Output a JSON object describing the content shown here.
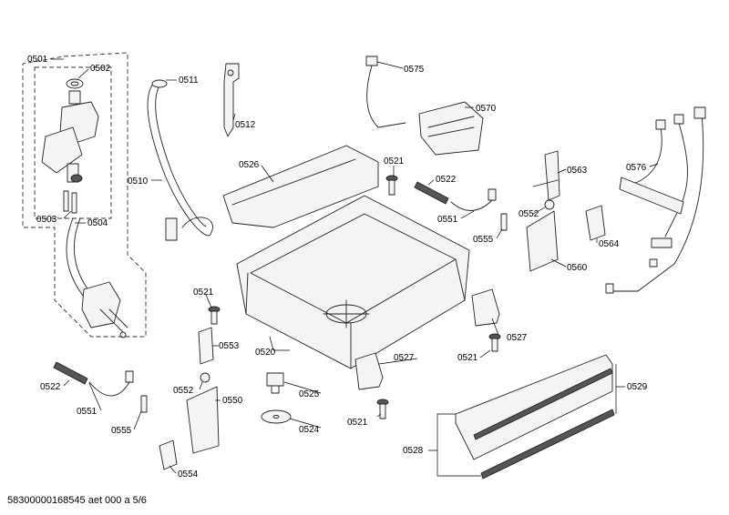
{
  "labels": {
    "l0501": "0501",
    "l0502": "0502",
    "l0503": "0503",
    "l0504": "0504",
    "l0510": "0510",
    "l0511": "0511",
    "l0512": "0512",
    "l0520": "0520",
    "l0521a": "0521",
    "l0521b": "0521",
    "l0521c": "0521",
    "l0521d": "0521",
    "l0522a": "0522",
    "l0522b": "0522",
    "l0524": "0524",
    "l0525": "0525",
    "l0526": "0526",
    "l0527a": "0527",
    "l0527b": "0527",
    "l0528": "0528",
    "l0529": "0529",
    "l0550": "0550",
    "l0551a": "0551",
    "l0551b": "0551",
    "l0552a": "0552",
    "l0552b": "0552",
    "l0553": "0553",
    "l0554": "0554",
    "l0555a": "0555",
    "l0555b": "0555",
    "l0560": "0560",
    "l0563": "0563",
    "l0564": "0564",
    "l0570": "0570",
    "l0575": "0575",
    "l0576": "0576"
  },
  "footer": "58300000168545 aet 000 a 5/6"
}
